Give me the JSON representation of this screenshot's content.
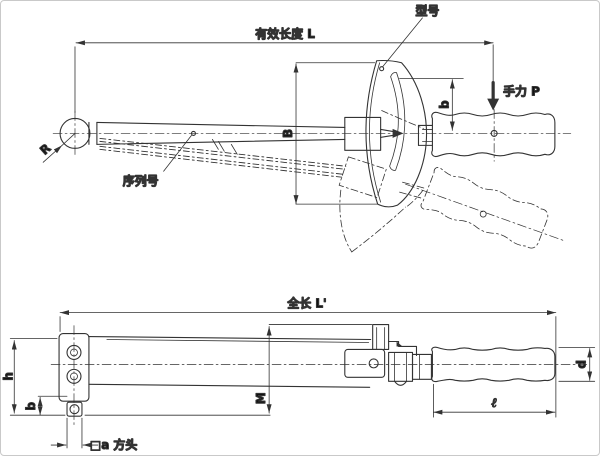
{
  "figure": {
    "background": "#ffffff",
    "line_color": "#333333",
    "text_color": "#111111"
  },
  "top_view": {
    "effective_length_label": "有效长度 L",
    "model_label": "型号",
    "serial_label": "序列号",
    "hand_force_label": "手力 P",
    "dim_plate_height": "B",
    "dim_grip_offset": "b",
    "dim_ball_radius": "R"
  },
  "bottom_view": {
    "total_length_label": "全长 L'",
    "dim_head_height": "h",
    "dim_drive_height": "b",
    "dim_mid_height": "M",
    "dim_grip_length": "ℓ",
    "dim_grip_diameter": "d",
    "square_head_label": "□a 方头"
  }
}
